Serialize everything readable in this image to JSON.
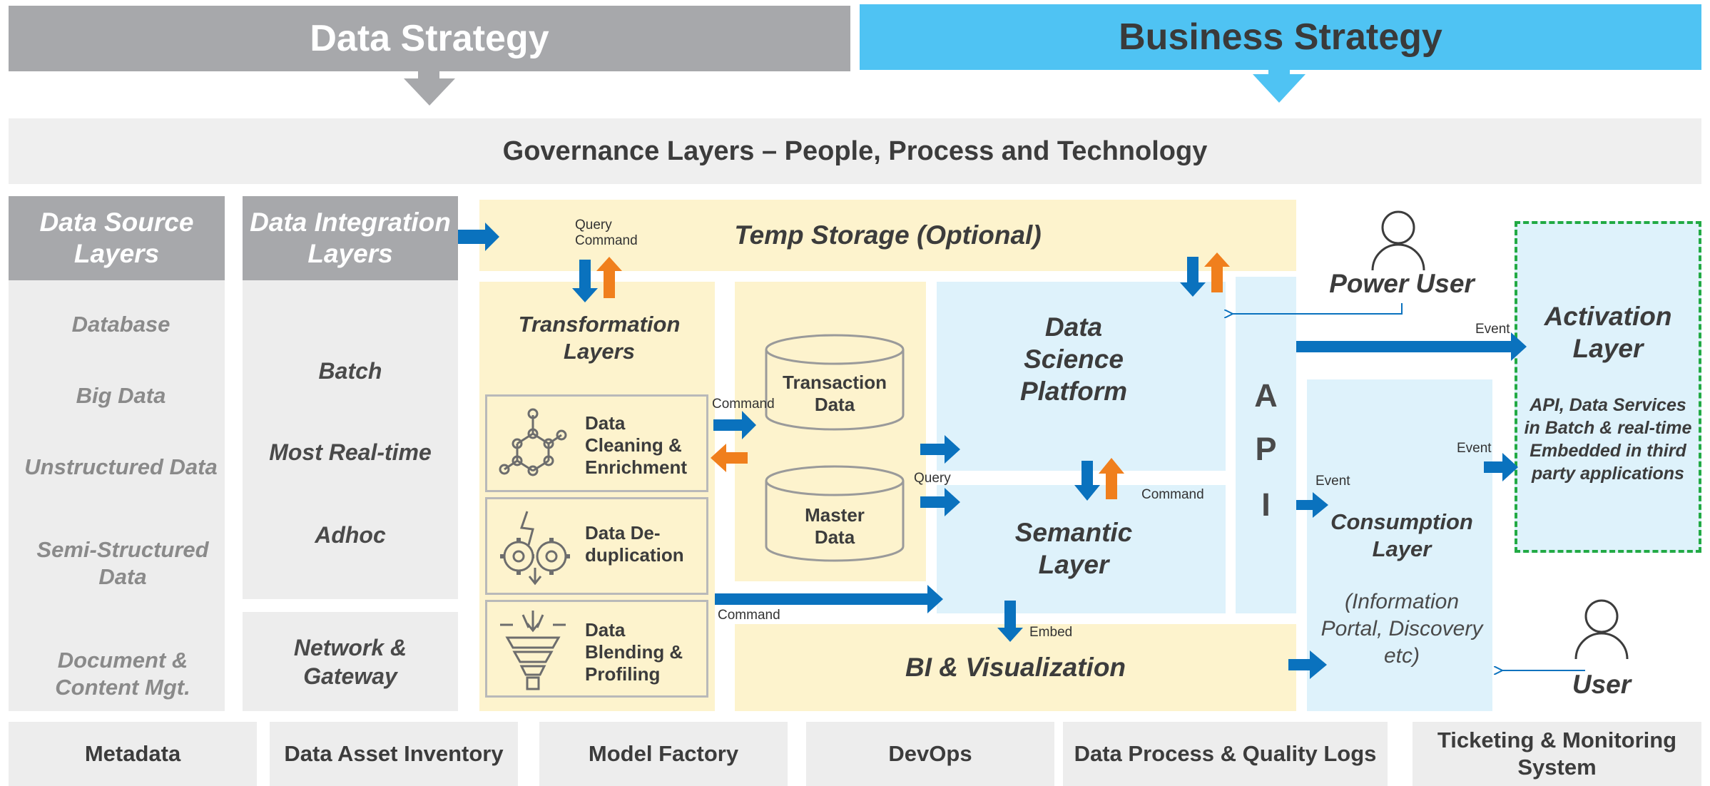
{
  "header": {
    "data_strategy": "Data Strategy",
    "business_strategy": "Business Strategy",
    "governance": "Governance Layers – People, Process and Technology"
  },
  "data_source": {
    "title": "Data Source Layers",
    "items": [
      "Database",
      "Big Data",
      "Unstructured Data",
      "Semi-Structured Data",
      "Document & Content Mgt."
    ]
  },
  "data_integration": {
    "title": "Data Integration Layers",
    "items": [
      "Batch",
      "Most Real-time",
      "Adhoc"
    ],
    "network": "Network & Gateway"
  },
  "temp_storage": "Temp Storage (Optional)",
  "transformation": {
    "title": "Transformation Layers",
    "steps": [
      "Data Cleaning & Enrichment",
      "Data De-duplication",
      "Data Blending & Profiling"
    ],
    "step_icons": [
      "molecule-icon",
      "gears-icon",
      "funnel-icon"
    ]
  },
  "storage": {
    "transaction": "Transaction Data",
    "master": "Master Data"
  },
  "data_science": "Data Science Platform",
  "semantic": "Semantic Layer",
  "bi": "BI & Visualization",
  "api": [
    "A",
    "P",
    "I"
  ],
  "power_user": "Power User",
  "user": "User",
  "activation": {
    "title": "Activation Layer",
    "desc": "API, Data Services in Batch & real-time Embedded in third party applications"
  },
  "consumption": {
    "title": "Consumption Layer",
    "desc": "(Information Portal, Discovery etc)"
  },
  "labels": {
    "query_command": "Query Command",
    "command": "Command",
    "query": "Query",
    "embed": "Embed",
    "event": "Event"
  },
  "footer": [
    "Metadata",
    "Data Asset Inventory",
    "Model Factory",
    "DevOps",
    "Data Process & Quality Logs",
    "Ticketing & Monitoring System"
  ],
  "colors": {
    "gray_band": "#a7a8ab",
    "blue_band": "#4fc3f3",
    "arrow_blue": "#0a72be",
    "arrow_orange": "#f07f1d",
    "yellow_panel": "#fdf3cd",
    "blue_panel": "#def2fb",
    "activation_border": "#22aa44"
  }
}
